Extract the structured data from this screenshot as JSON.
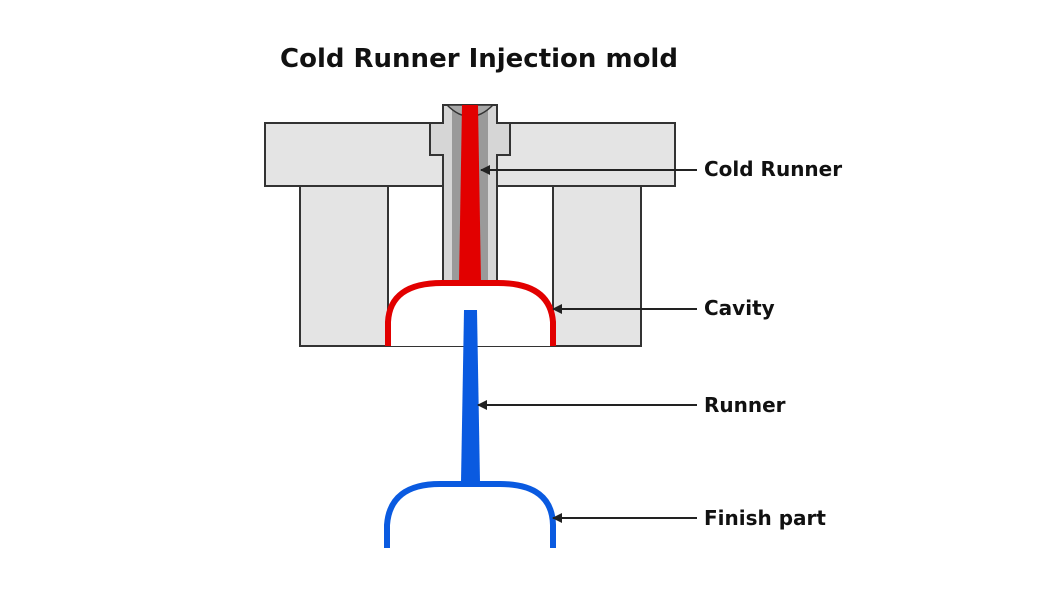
{
  "title": "Cold Runner Injection mold",
  "labels": {
    "cold_runner": "Cold Runner",
    "cavity": "Cavity",
    "runner": "Runner",
    "finish_part": "Finish part"
  },
  "colors": {
    "mold_fill": "#e4e4e4",
    "mold_stroke": "#333333",
    "sprue_channel": "#9a9a9a",
    "cold_runner_red": "#e20000",
    "finish_part_blue": "#0a5ae0",
    "text": "#111111"
  }
}
